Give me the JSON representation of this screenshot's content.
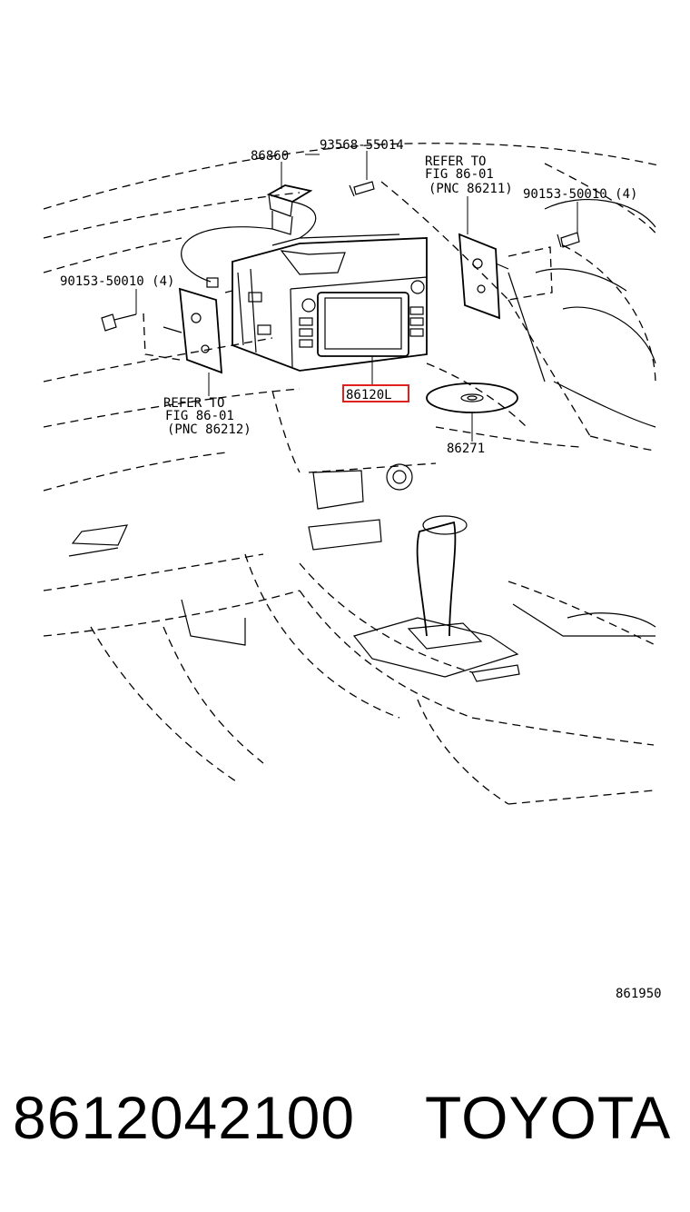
{
  "callouts": {
    "antenna": "86860",
    "screw_top": "93568-55014",
    "refer_right_1": "REFER TO",
    "refer_right_2": "FIG 86-01",
    "refer_right_3": "(PNC 86211)",
    "bolt_right": "90153-50010 (4)",
    "bolt_left": "90153-50010 (4)",
    "refer_left_1": "REFER TO",
    "refer_left_2": "FIG 86-01",
    "refer_left_3": "(PNC 86212)",
    "radio_unit": "86120L",
    "disc": "86271",
    "figure_number": "861950"
  },
  "highlight": {
    "target": "86120L",
    "color": "#e0201e"
  },
  "footer": {
    "part_number": "8612042100",
    "brand": "TOYOTA"
  }
}
